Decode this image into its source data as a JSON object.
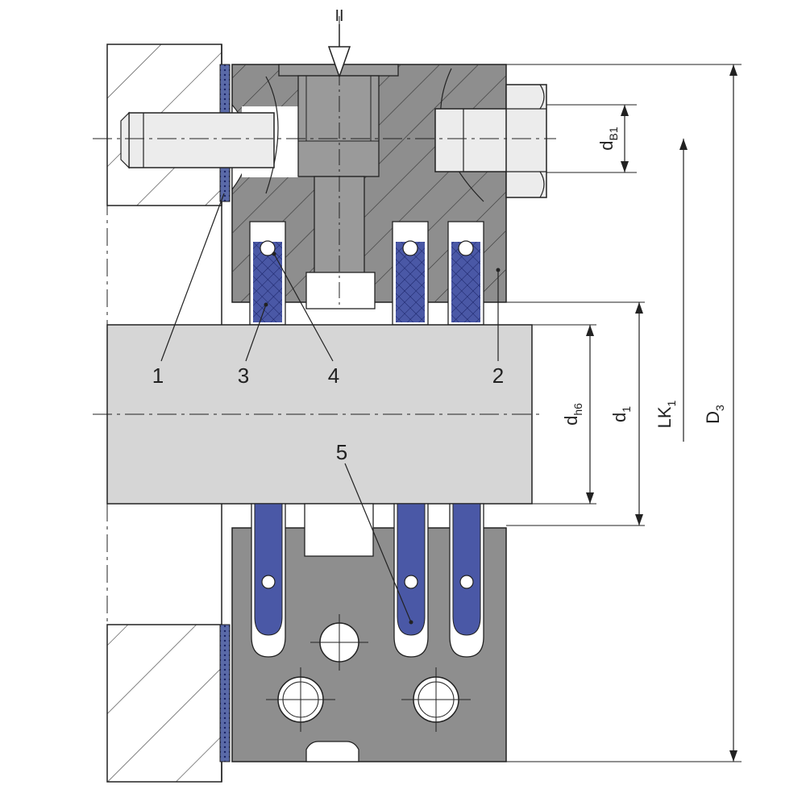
{
  "diagram": {
    "flow_symbol": "II",
    "callouts": [
      {
        "key": "c1",
        "label": "1"
      },
      {
        "key": "c2",
        "label": "2"
      },
      {
        "key": "c3",
        "label": "3"
      },
      {
        "key": "c4",
        "label": "4"
      },
      {
        "key": "c5",
        "label": "5"
      }
    ],
    "dimensions": {
      "dB1": {
        "main": "d",
        "sub": "B1"
      },
      "dh6": {
        "main": "d",
        "sub": "h6"
      },
      "d1": {
        "main": "d",
        "sub": "1"
      },
      "LK1": {
        "main": "LK",
        "sub": "1"
      },
      "D3": {
        "main": "D",
        "sub": "3"
      }
    },
    "colors": {
      "housing": "#8e8e8e",
      "shaft": "#d6d6d6",
      "seal_blue": "#4a58a6",
      "line": "#222222",
      "bolt": "#e8e8e8"
    }
  }
}
